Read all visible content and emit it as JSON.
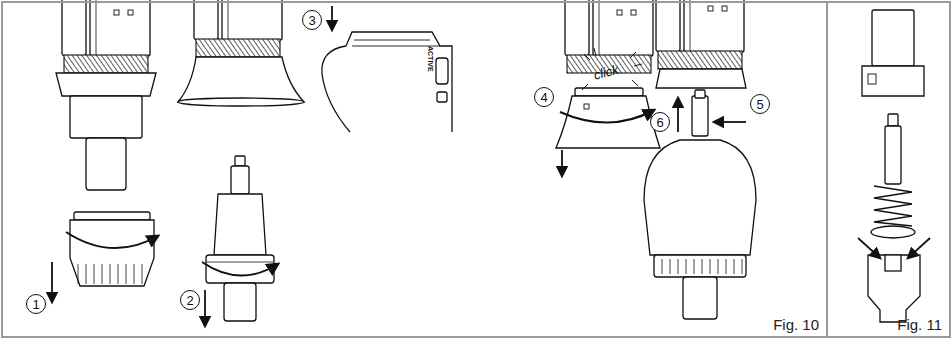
{
  "diagram": {
    "nodes": [
      {
        "text": [
          "Fig. 10"
        ]
      },
      {
        "text": [
          "1"
        ],
        "in": 0
      },
      {
        "text": [
          "2"
        ],
        "in": 0
      },
      {
        "text": [
          "3"
        ],
        "in": 0
      },
      {
        "text": [
          "4"
        ],
        "in": 0
      },
      {
        "text": [
          "5"
        ],
        "in": 0
      },
      {
        "text": [
          "6"
        ],
        "in": 0
      },
      {
        "text": [
          "Fig. 11"
        ]
      }
    ],
    "labels": [
      "ACTIVE",
      "click"
    ]
  }
}
